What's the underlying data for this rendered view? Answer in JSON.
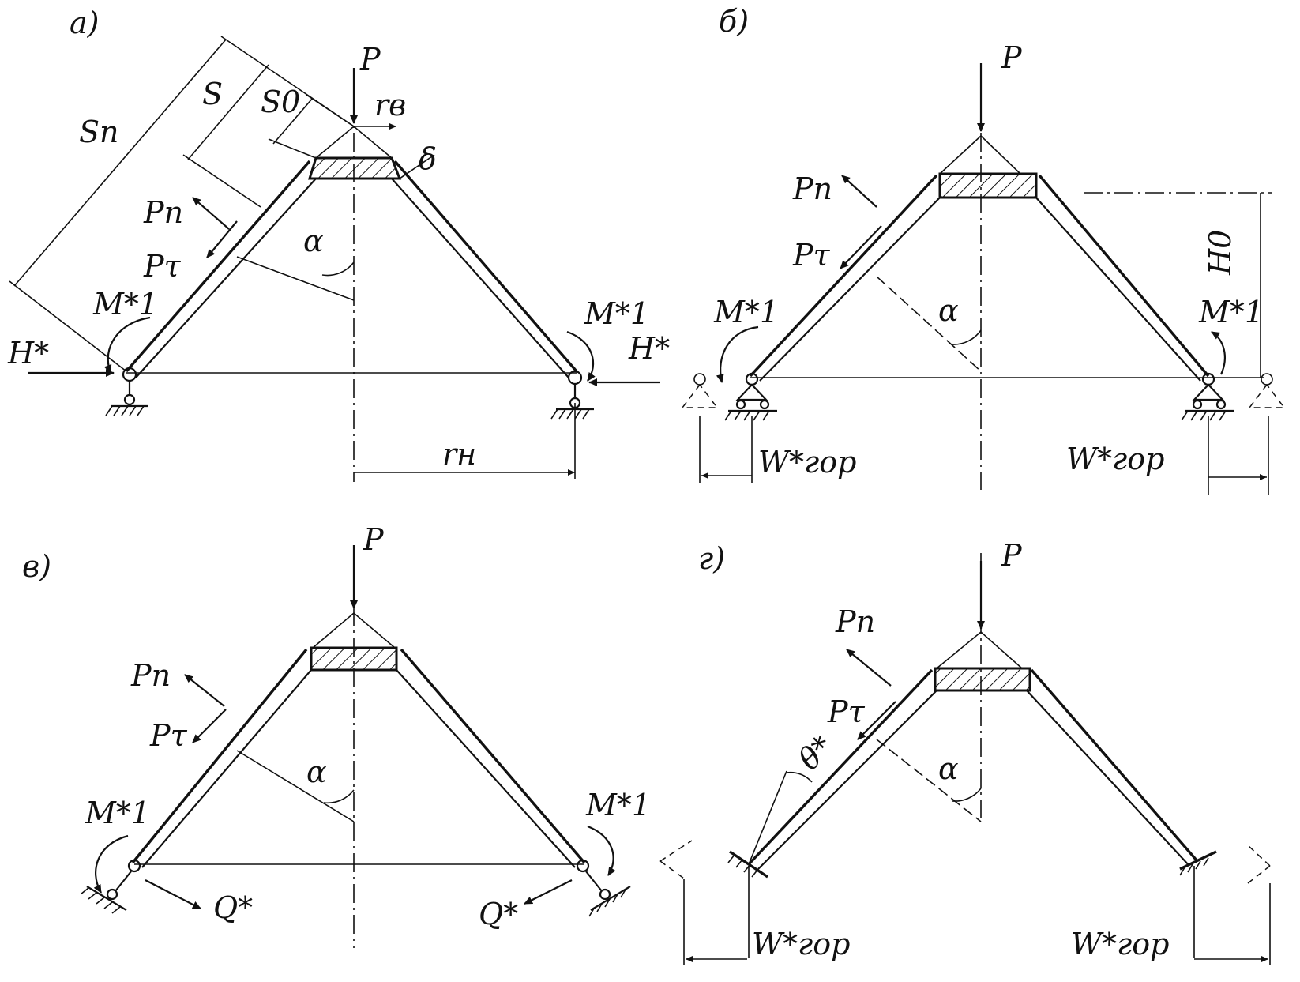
{
  "panels": {
    "a": {
      "label": "а)",
      "P": "P",
      "Pn": "Pп",
      "Pt": "Pτ",
      "M1": "M*1",
      "H": "H*",
      "S": "S",
      "S0": "S0",
      "Sn": "Sп",
      "rv": "rв",
      "rn": "rн",
      "delta": "δ",
      "alpha": "α"
    },
    "b": {
      "label": "б)",
      "P": "P",
      "Pn": "Pп",
      "Pt": "Pτ",
      "M1": "M*1",
      "H0": "H0",
      "Wgor": "W*гор",
      "alpha": "α"
    },
    "v": {
      "label": "в)",
      "P": "P",
      "Pn": "Pп",
      "Pt": "Pτ",
      "M1": "M*1",
      "Q": "Q*",
      "alpha": "α"
    },
    "g": {
      "label": "г)",
      "P": "P",
      "Pn": "Pп",
      "Pt": "Pτ",
      "theta": "θ*",
      "Wgor": "W*гор",
      "alpha": "α"
    }
  }
}
